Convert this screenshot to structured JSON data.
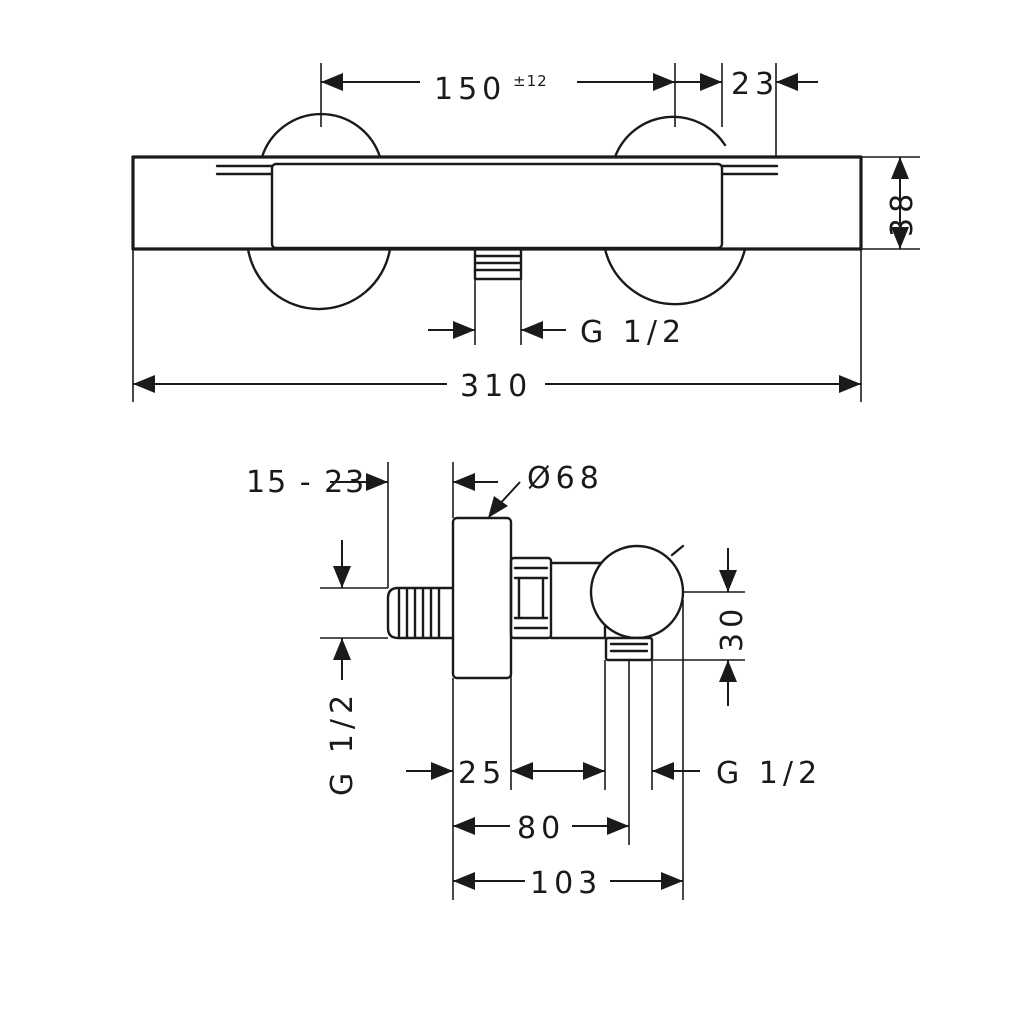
{
  "top_view": {
    "spacing": "150",
    "spacing_tolerance": "±12",
    "offset": "23",
    "height": "38",
    "outlet": "G 1/2",
    "total_width": "310"
  },
  "side_view": {
    "wall_range": "15 - 23",
    "diameter": "Ø68",
    "inlet": "G 1/2",
    "depth_1": "25",
    "outlet": "G 1/2",
    "depth_2": "80",
    "depth_3": "103",
    "outlet_height": "30"
  }
}
